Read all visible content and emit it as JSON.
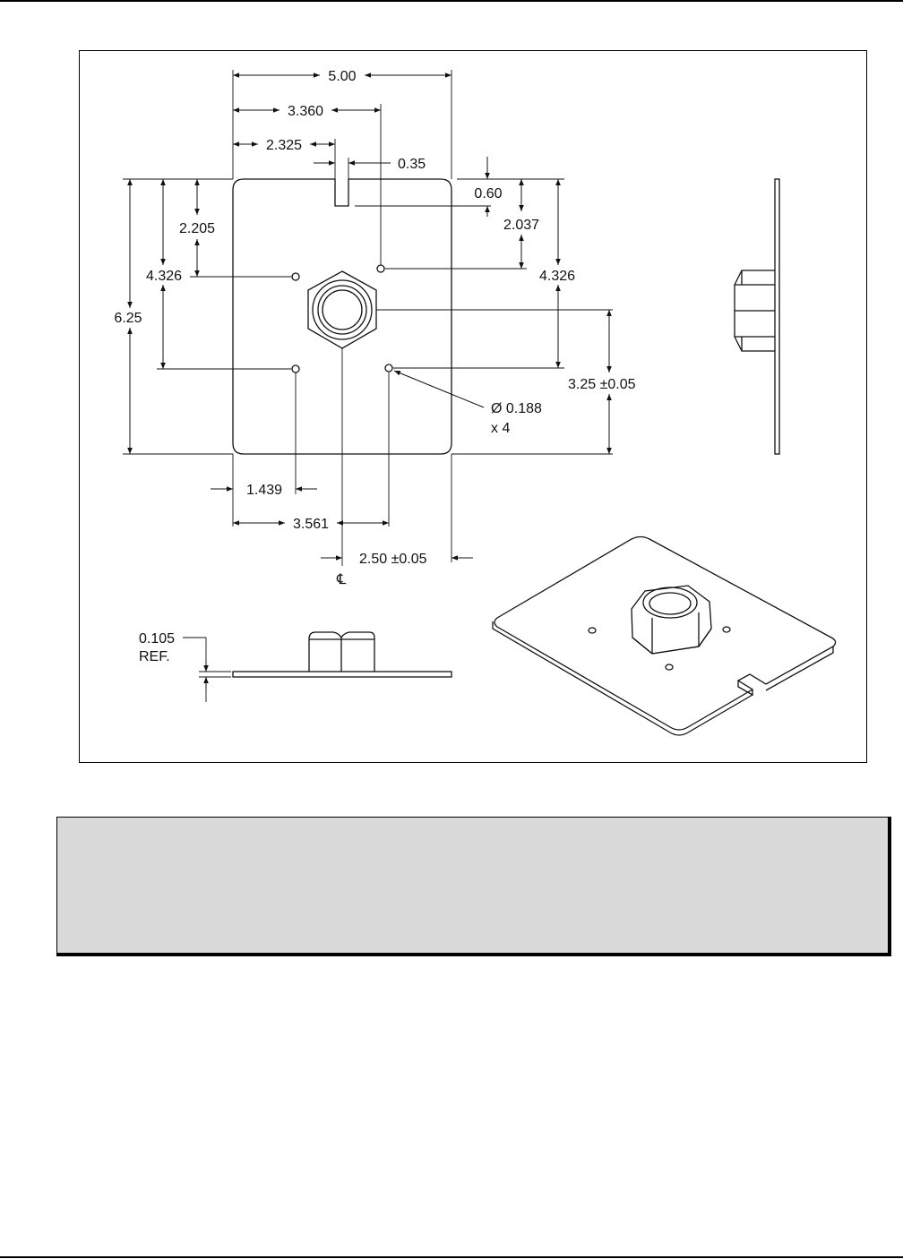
{
  "drawing": {
    "dimensions": {
      "width_total": "5.00",
      "hole_x_3360": "3.360",
      "slot_x_2325": "2.325",
      "slot_width": "0.35",
      "slot_depth": "0.60",
      "hole_y_2037": "2.037",
      "hole_y_2205": "2.205",
      "hole_y_4326_left": "4.326",
      "height_total": "6.25",
      "hole_y_4326_right": "4.326",
      "nut_center_y": "3.25 ±0.05",
      "hole_diameter_line1": "Ø 0.188",
      "hole_diameter_line2": "x 4",
      "hole_x_1439": "1.439",
      "hole_x_3561": "3.561",
      "nut_center_x": "2.50 ±0.05",
      "centerline_symbol": "℄",
      "thickness_value": "0.105",
      "thickness_ref": "REF."
    }
  },
  "note": {
    "text": ""
  }
}
